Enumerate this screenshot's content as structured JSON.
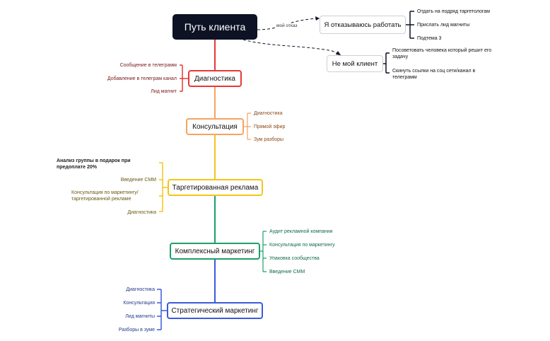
{
  "root": "Путь клиента",
  "edge_label": "мой отказ",
  "colors": {
    "root": "#0d1224",
    "diagnostics": "#e53935",
    "consultation": "#f4a460",
    "targeted": "#f5c518",
    "complex": "#1e9e6a",
    "strategic": "#3b5bdb",
    "side": "#0d1224"
  },
  "diagnostics": {
    "label": "Диагностика",
    "items": [
      "Сообщение в телеграмм",
      "Добавление в телеграм канал",
      "Лид магнит"
    ]
  },
  "consultation": {
    "label": "Консультация",
    "items": [
      "Диагностика",
      "Прямой эфир",
      "Зум разборы"
    ]
  },
  "targeted": {
    "label": "Таргетированная реклама",
    "items": [
      "Анализ группы в подарок при предоплате 20%",
      "Введение СММ",
      "Консультация по маркетингу/ таргетированной рекламе",
      "Диагностика"
    ]
  },
  "complex": {
    "label": "Комплексный маркетинг",
    "items": [
      "Аудит рекламной компании",
      "Консультация по маркетингу",
      "Упаковка сообщества",
      "Введение СММ"
    ]
  },
  "strategic": {
    "label": "Стратегический маркетинг",
    "items": [
      "Диагностика",
      "Консультация",
      "Лид магниты",
      "Разборы в зуме"
    ]
  },
  "refuse": {
    "label": "Я отказываюсь работать",
    "items": [
      "Отдать на подряд таргетологам",
      "Прислать лид магниты",
      "Подтема 3"
    ]
  },
  "not_my_client": {
    "label": "Не мой клиент",
    "items": [
      "Посоветовать человека который решит его задачу",
      "Скинуть ссылки на соц сети/канал в телеграмм"
    ]
  }
}
